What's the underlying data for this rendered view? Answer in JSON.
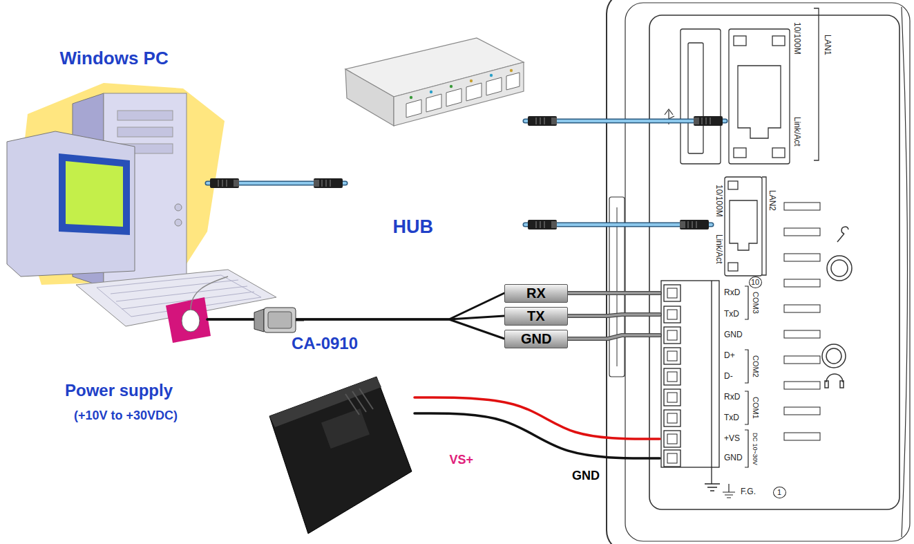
{
  "diagram": {
    "nodes": [
      {
        "text": [
          "Windows PC"
        ]
      },
      {
        "text": [
          "HUB"
        ]
      },
      {
        "text": [
          "10/100M",
          "Link/Act",
          "LAN1"
        ]
      },
      {
        "text": [
          "10/100M",
          "Link/Act",
          "LAN2"
        ]
      },
      {
        "text": [
          "RX"
        ]
      },
      {
        "text": [
          "TX"
        ]
      },
      {
        "text": [
          "GND"
        ]
      },
      {
        "text": [
          "RxD",
          "TxD",
          "GND",
          "D+",
          "D-",
          "RxD",
          "TxD",
          "+VS",
          "GND"
        ]
      },
      {
        "text": [
          "Power supply",
          "(+10V to +30VDC)"
        ]
      }
    ],
    "edges": [
      {
        "from": 0,
        "to": 1,
        "arrow": "none"
      },
      {
        "from": 1,
        "to": 2,
        "arrow": "none"
      },
      {
        "from": 1,
        "to": 3,
        "arrow": "none"
      },
      {
        "from": 0,
        "to": 4,
        "arrow": "none"
      },
      {
        "from": 0,
        "to": 5,
        "arrow": "none",
        "label": "CA-0910"
      },
      {
        "from": 0,
        "to": 6,
        "arrow": "none"
      },
      {
        "from": 4,
        "to": 7,
        "arrow": "none"
      },
      {
        "from": 5,
        "to": 7,
        "arrow": "none"
      },
      {
        "from": 6,
        "to": 7,
        "arrow": "none"
      },
      {
        "from": 8,
        "to": 7,
        "arrow": "none",
        "label": "VS+"
      },
      {
        "from": 8,
        "to": 7,
        "arrow": "none",
        "label": "GND"
      }
    ],
    "labels": [
      "10",
      "COM3",
      "COM2",
      "COM1",
      "DC 10~30V",
      "F.G.",
      "1"
    ]
  }
}
